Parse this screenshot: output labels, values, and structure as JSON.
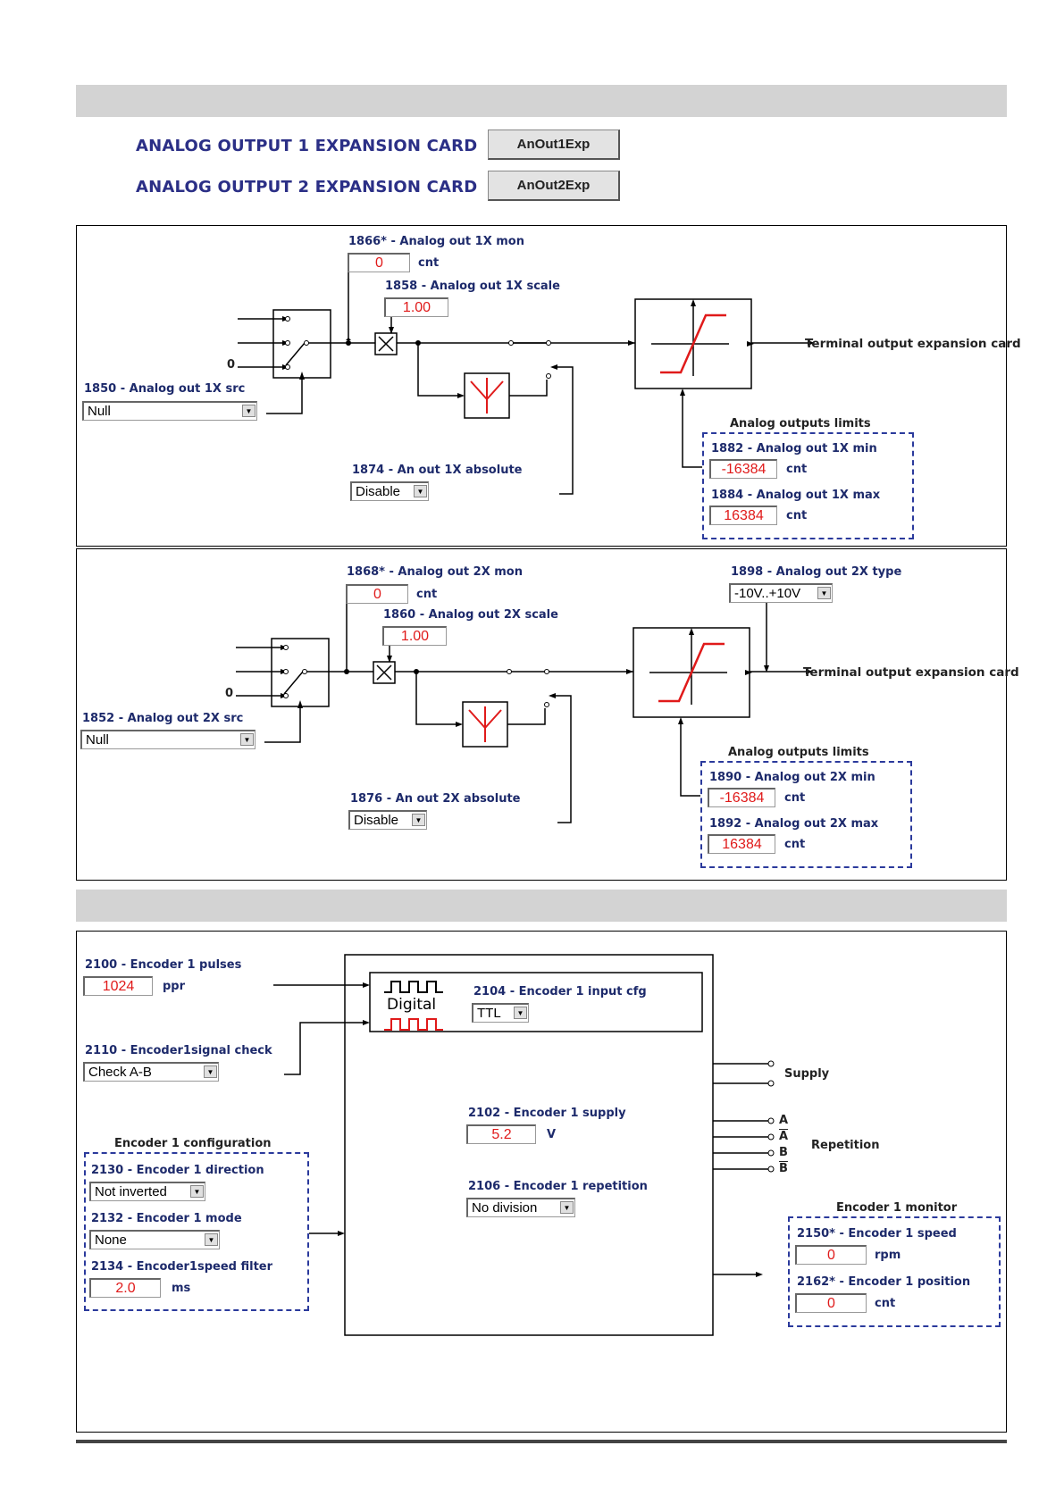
{
  "expansion": {
    "row1": {
      "label": "ANALOG OUTPUT 1 EXPANSION CARD",
      "button": "AnOut1Exp"
    },
    "row2": {
      "label": "ANALOG OUTPUT 2 EXPANSION CARD",
      "button": "AnOut2Exp"
    }
  },
  "ao1": {
    "mon": {
      "label": "1866* - Analog out 1X mon",
      "value": "0",
      "unit": "cnt"
    },
    "scale": {
      "label": "1858 - Analog out 1X scale",
      "value": "1.00"
    },
    "src": {
      "label": "1850 - Analog out 1X src",
      "value": "Null"
    },
    "zero": "0",
    "absolute": {
      "label": "1874 - An out 1X absolute",
      "value": "Disable"
    },
    "terminal": "Terminal output expansion card",
    "limits": {
      "title": "Analog outputs limits",
      "min": {
        "label": "1882 - Analog out 1X min",
        "value": "-16384",
        "unit": "cnt"
      },
      "max": {
        "label": "1884 - Analog out 1X max",
        "value": "16384",
        "unit": "cnt"
      }
    }
  },
  "ao2": {
    "mon": {
      "label": "1868* - Analog out 2X mon",
      "value": "0",
      "unit": "cnt"
    },
    "scale": {
      "label": "1860 - Analog out 2X scale",
      "value": "1.00"
    },
    "src": {
      "label": "1852 - Analog out 2X src",
      "value": "Null"
    },
    "zero": "0",
    "absolute": {
      "label": "1876 - An out 2X absolute",
      "value": "Disable"
    },
    "type": {
      "label": "1898 - Analog out 2X type",
      "value": "-10V..+10V"
    },
    "terminal": "Terminal output expansion card",
    "limits": {
      "title": "Analog outputs limits",
      "min": {
        "label": "1890 - Analog out 2X min",
        "value": "-16384",
        "unit": "cnt"
      },
      "max": {
        "label": "1892 - Analog out 2X max",
        "value": "16384",
        "unit": "cnt"
      }
    }
  },
  "enc": {
    "pulses": {
      "label": "2100 - Encoder 1 pulses",
      "value": "1024",
      "unit": "ppr"
    },
    "signal_check": {
      "label": "2110 - Encoder1signal check",
      "value": "Check A-B"
    },
    "digital": "Digital",
    "input_cfg": {
      "label": "2104 - Encoder 1 input cfg",
      "value": "TTL"
    },
    "supply_label": "Supply",
    "supply": {
      "label": "2102 - Encoder 1 supply",
      "value": "5.2",
      "unit": "V"
    },
    "repetition_label": "Repetition",
    "rep_signals": [
      "A",
      "A",
      "B",
      "B"
    ],
    "repetition": {
      "label": "2106 - Encoder 1 repetition",
      "value": "No division"
    },
    "config": {
      "title": "Encoder 1 configuration",
      "direction": {
        "label": "2130 - Encoder 1 direction",
        "value": "Not inverted"
      },
      "mode": {
        "label": "2132 - Encoder 1 mode",
        "value": "None"
      },
      "filter": {
        "label": "2134 - Encoder1speed filter",
        "value": "2.0",
        "unit": "ms"
      }
    },
    "monitor": {
      "title": "Encoder 1 monitor",
      "speed": {
        "label": "2150* - Encoder 1 speed",
        "value": "0",
        "unit": "rpm"
      },
      "position": {
        "label": "2162* - Encoder 1 position",
        "value": "0",
        "unit": "cnt"
      }
    }
  },
  "colors": {
    "accent": "#2b2f86",
    "value_red": "#e01a1a",
    "band": "#d3d3d3",
    "dashed": "#2b3a9c",
    "curve": "#e01a1a"
  }
}
